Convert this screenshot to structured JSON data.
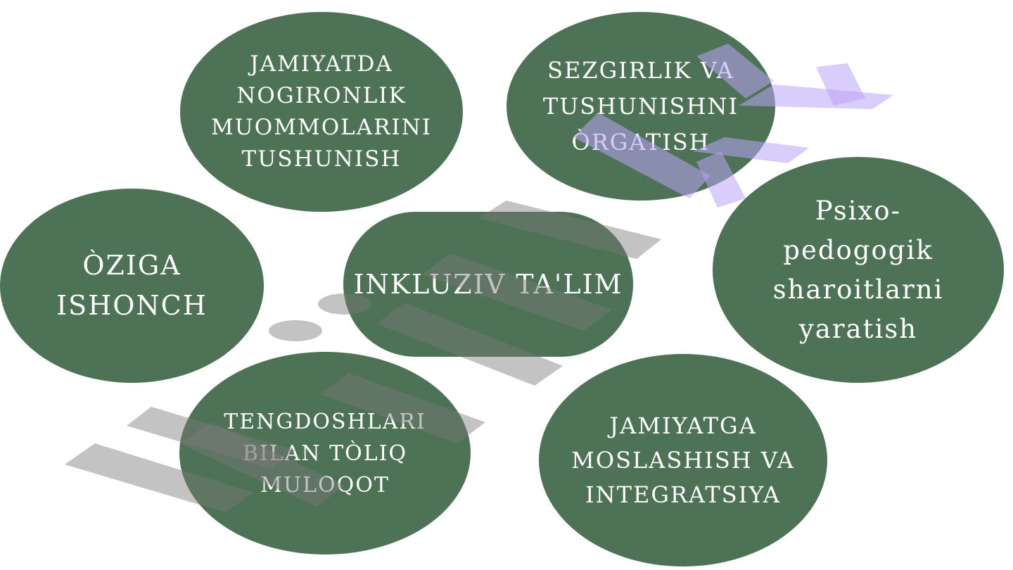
{
  "center": {
    "label": "INKLUZIV TA'LIM"
  },
  "nodes": [
    {
      "id": "top-left",
      "lines": [
        "JAMIYATDA",
        "NOGIRONLIK",
        "MUOMMOLARINI",
        "TUSHUNISH"
      ]
    },
    {
      "id": "top-right",
      "lines": [
        "SEZGIRLIK VA",
        "TUSHUNISHNI",
        "ÒRGATISH"
      ]
    },
    {
      "id": "left",
      "lines": [
        "ÒZIGA",
        "ISHONCH"
      ]
    },
    {
      "id": "right",
      "lines": [
        "Psixo-",
        "pedogogik",
        "sharoitlarni",
        "yaratish"
      ]
    },
    {
      "id": "bottom-left",
      "lines": [
        "TENGDOSHLARI",
        "BILAN TÒLIQ",
        "MULOQOT"
      ]
    },
    {
      "id": "bottom-right",
      "lines": [
        "JAMIYATGA",
        "MOSLASHISH VA",
        "INTEGRATSIYA"
      ]
    }
  ],
  "colors": {
    "node_fill": "#4e7255",
    "node_text": "#ffffff",
    "watermark_gray": "#b5b5b5",
    "watermark_purple": "#c9b8f5"
  }
}
